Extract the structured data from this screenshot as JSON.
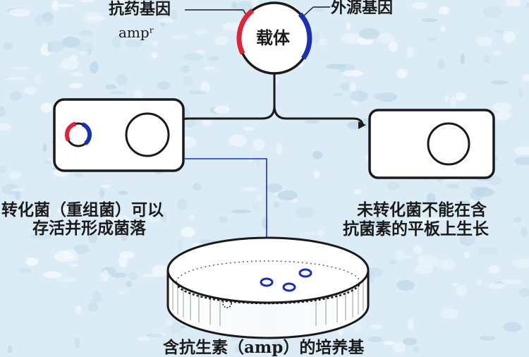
{
  "labels": {
    "resistance_gene": "抗药基因",
    "amp_gene": "ampʳ",
    "foreign_gene": "外源基因",
    "vector": "载体",
    "transformed_line1": "转化菌（重组菌）可以",
    "transformed_line2": "存活并形成菌落",
    "untransformed_line1": "未转化菌不能在含",
    "untransformed_line2": "抗菌素的平板上生长",
    "medium": "含抗生素（amp）的培养基"
  },
  "colors": {
    "background": "#dcecf6",
    "line": "#1a1a1a",
    "resistance_gene": "#e0233a",
    "foreign_gene": "#1b2fb5",
    "colony": "#1b2fb5"
  }
}
